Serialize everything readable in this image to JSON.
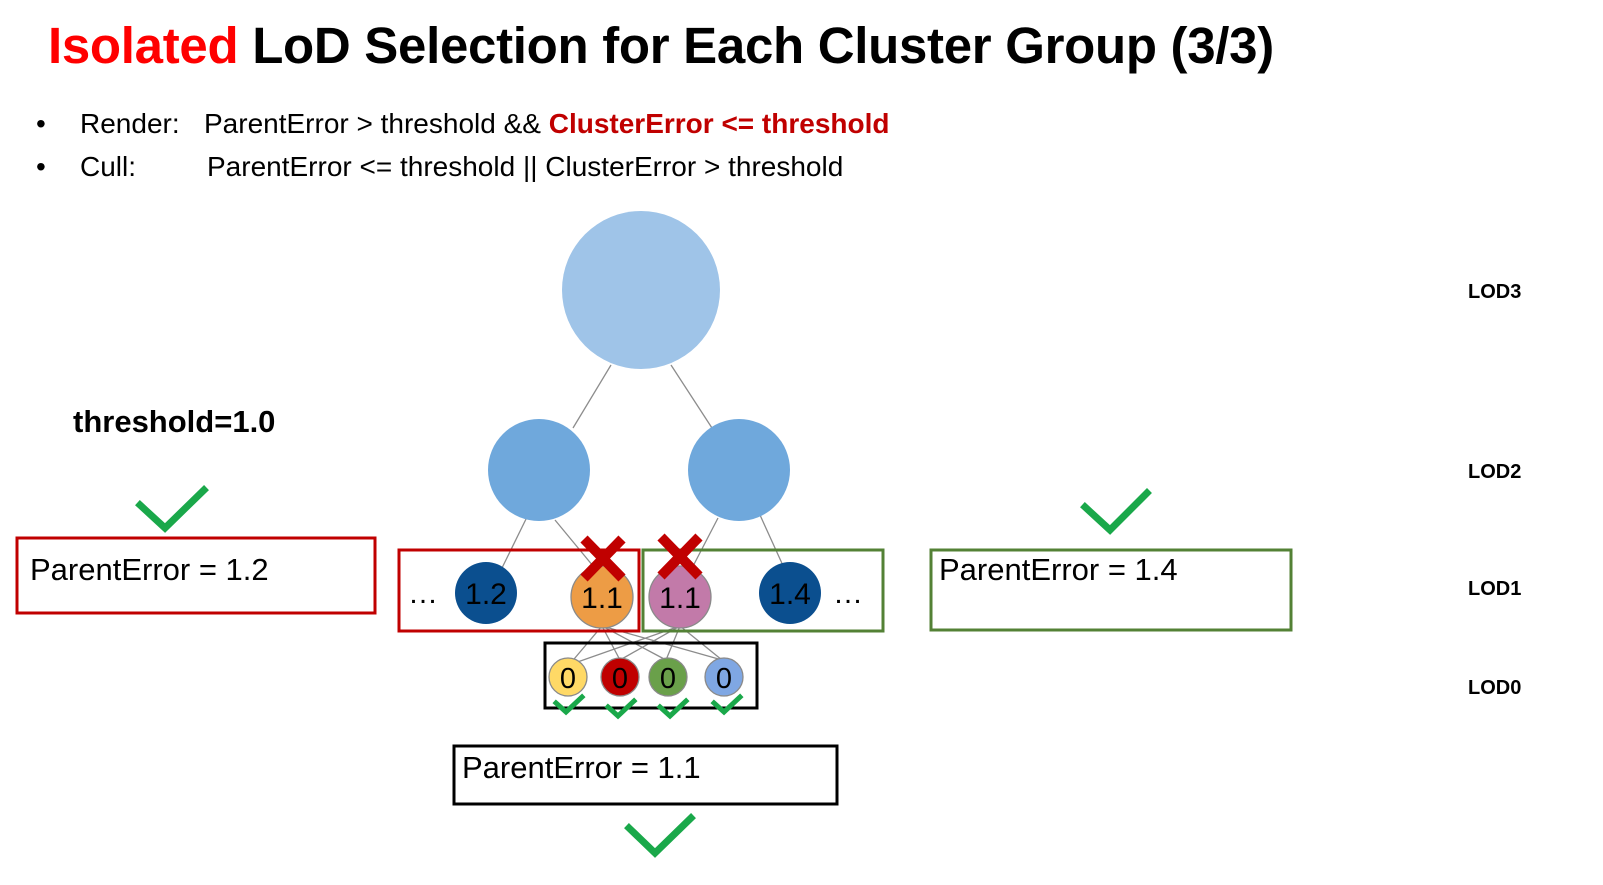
{
  "title": {
    "accent": "Isolated",
    "rest": " LoD Selection for Each Cluster Group (3/3)"
  },
  "bullets": [
    {
      "label": "Render:",
      "condition_plain": "ParentError > threshold && ",
      "condition_highlight": "ClusterError <= threshold"
    },
    {
      "label": "Cull:",
      "condition_plain": "ParentError <= threshold || ClusterError > threshold",
      "condition_highlight": ""
    }
  ],
  "threshold_label": "threshold=1.0",
  "lod_labels": [
    "LOD3",
    "LOD2",
    "LOD1",
    "LOD0"
  ],
  "groups": {
    "left": {
      "parent_error": "ParentError = 1.2",
      "accepted": true
    },
    "right": {
      "parent_error": "ParentError = 1.4",
      "accepted": true
    },
    "bottom": {
      "parent_error": "ParentError = 1.1",
      "accepted": true
    }
  },
  "lod1_clusters": [
    {
      "value": "1.2",
      "color": "#0b4f8f",
      "culled": false
    },
    {
      "value": "1.1",
      "color": "#ed9c45",
      "culled": true
    },
    {
      "value": "1.1",
      "color": "#c27aa9",
      "culled": true
    },
    {
      "value": "1.4",
      "color": "#0b4f8f",
      "culled": false
    }
  ],
  "lod0_clusters": [
    {
      "value": "0",
      "color": "#ffd966",
      "rendered": true
    },
    {
      "value": "0",
      "color": "#c00000",
      "rendered": true
    },
    {
      "value": "0",
      "color": "#6aa04a",
      "rendered": true
    },
    {
      "value": "0",
      "color": "#7fa7e3",
      "rendered": true
    }
  ],
  "ellipsis": "…",
  "colors": {
    "accent_red": "#ff0000",
    "highlight_red": "#c00000",
    "lod3_node": "#9fc4e8",
    "lod2_node": "#6fa8dc",
    "box_red": "#c00000",
    "box_green": "#538135",
    "check_green": "#1aa84a",
    "cross_red": "#c00000"
  }
}
